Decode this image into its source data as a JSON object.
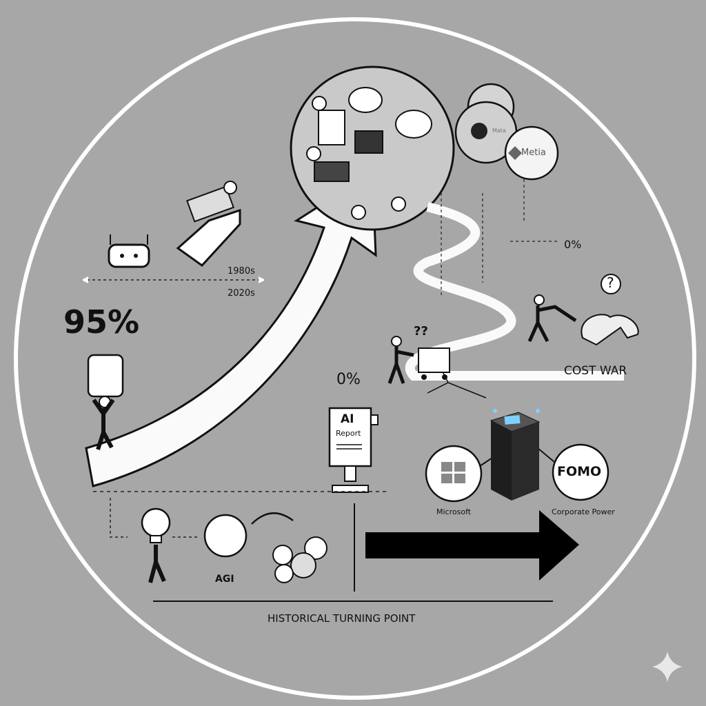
{
  "labels": {
    "big_percent": "95%",
    "zero_left": "0%",
    "zero_right": "0%",
    "year_top": "1980s",
    "year_bottom": "2020s",
    "cost_war": "COST WAR",
    "ai_report_title": "AI",
    "ai_report_sub": "Report",
    "microsoft": "Microsoft",
    "fomo": "FOMO",
    "corporate_power": "Corporate Power",
    "agi": "AGI",
    "historical": "HISTORICAL TURNING POINT",
    "meta_logo": "Mata",
    "metia_logo": "Metia",
    "question1": "?",
    "question2": "??"
  },
  "colors": {
    "background": "#a7a7a7",
    "ring": "#ffffff",
    "ink": "#111111",
    "glow": "#7fd0ff"
  }
}
